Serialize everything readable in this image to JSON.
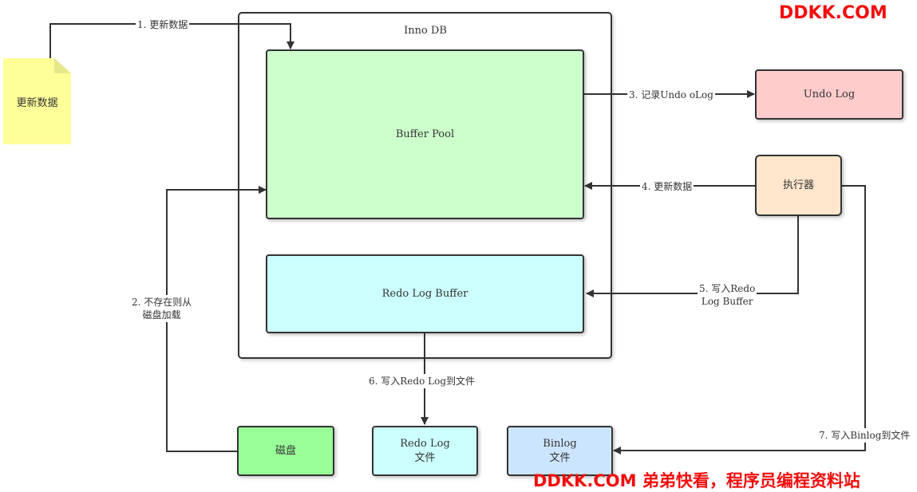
{
  "watermark_top": "DDKK.COM",
  "watermark_bottom": "DDKK.COM 弟弟快看，程序员编程资料站",
  "nodes": {
    "note": "更新数据",
    "innodb": "Inno DB",
    "buffer_pool": "Buffer Pool",
    "redo_log_buffer": "Redo Log Buffer",
    "undo_log": "Undo Log",
    "executor": "执行器",
    "disk": "磁盘",
    "redo_log_file_l1": "Redo Log",
    "redo_log_file_l2": "文件",
    "binlog_file_l1": "Binlog",
    "binlog_file_l2": "文件"
  },
  "edges": {
    "e1": "1. 更新数据",
    "e2_l1": "2. 不存在则从",
    "e2_l2": "磁盘加载",
    "e3": "3. 记录Undo oLog",
    "e4": "4. 更新数据",
    "e5_l1": "5. 写入Redo",
    "e5_l2": "Log Buffer",
    "e6": "6. 写入Redo Log到文件",
    "e7": "7. 写入Binlog到文件"
  },
  "colors": {
    "note": "#ffff99",
    "buffer_pool": "#ccffcc",
    "redo_log_buffer": "#ccffff",
    "undo_log": "#ffcccc",
    "executor": "#ffe6cc",
    "disk": "#99ff99",
    "redo_log_file": "#ccffff",
    "binlog_file": "#cce5ff",
    "watermark": "#f20d0d"
  }
}
